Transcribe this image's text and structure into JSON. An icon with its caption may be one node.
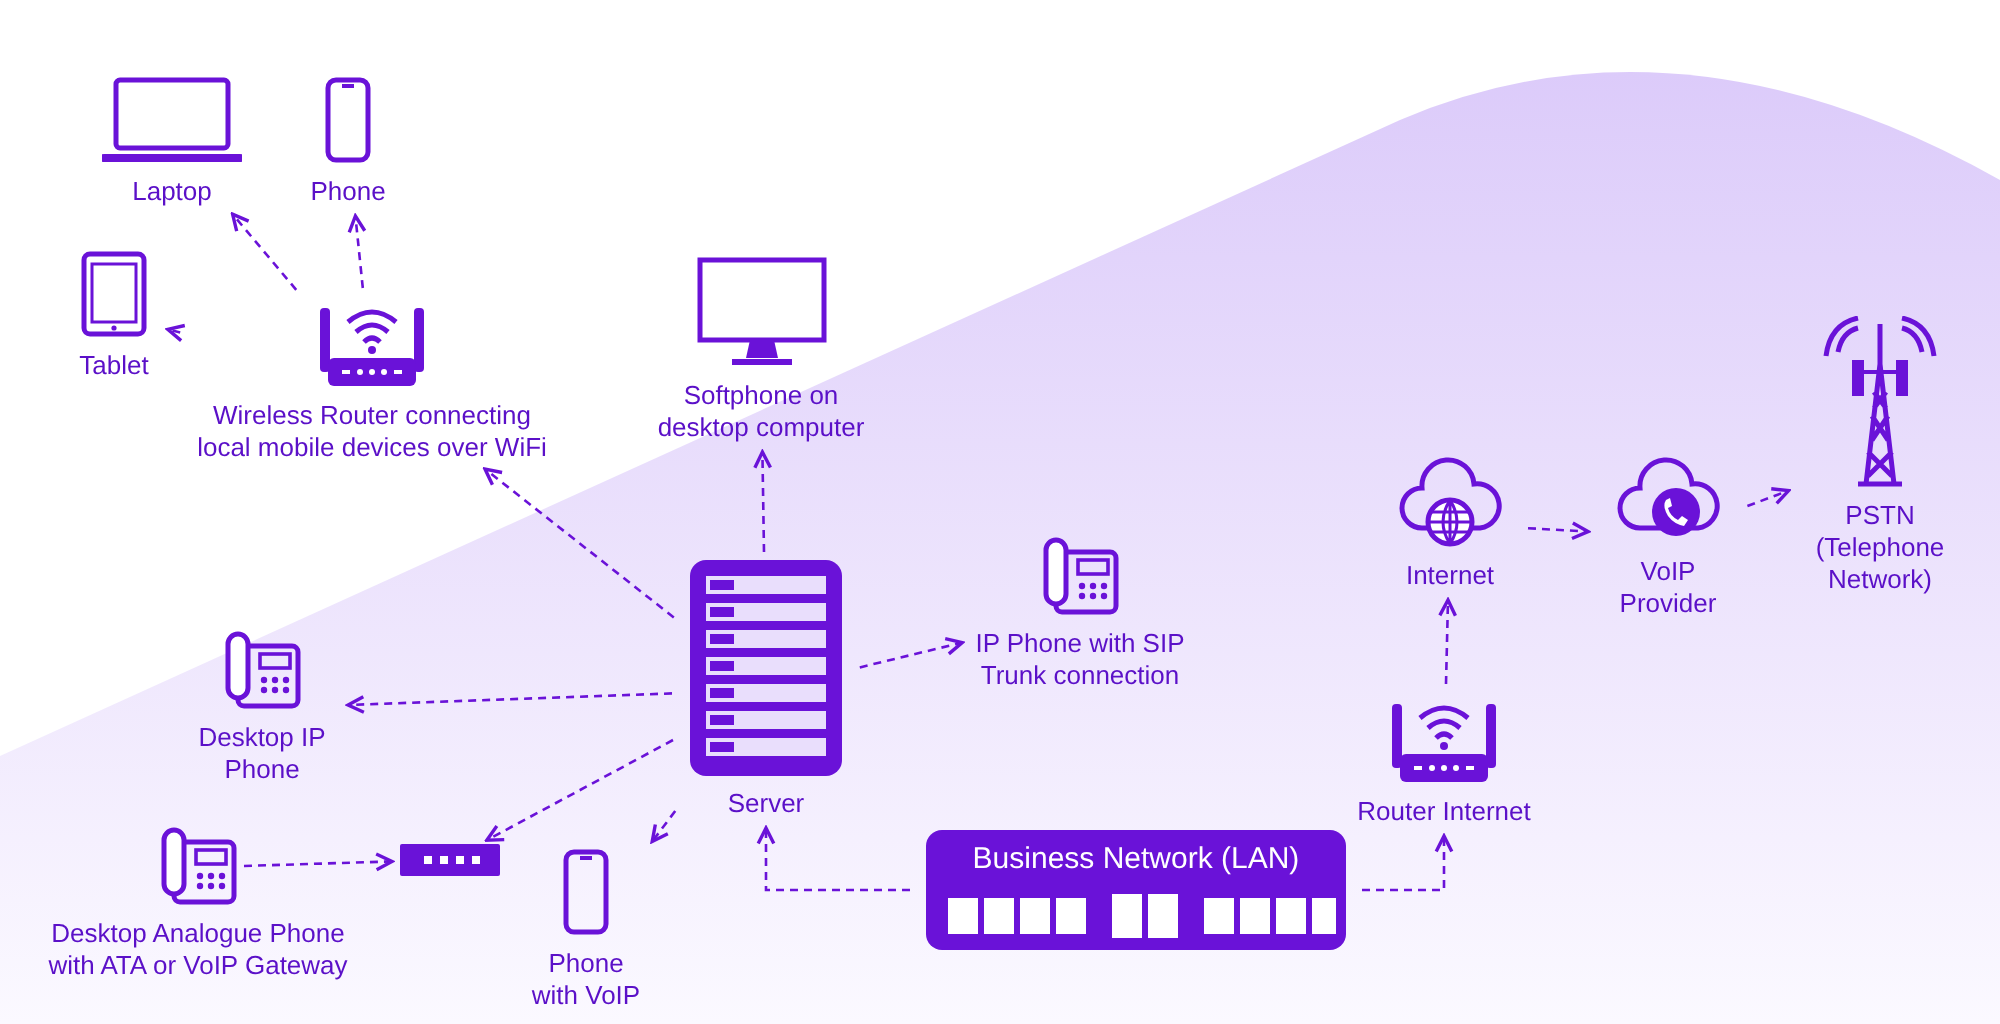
{
  "diagram": {
    "nodes": [
      {
        "text": [
          "Laptop"
        ]
      },
      {
        "text": [
          "Phone"
        ]
      },
      {
        "text": [
          "Tablet"
        ]
      },
      {
        "text": [
          "Wireless Router connecting local mobile devices over WiFi"
        ]
      },
      {
        "text": [
          "Softphone on desktop computer"
        ]
      },
      {
        "text": [
          "Internet"
        ]
      },
      {
        "text": [
          "VoIP Provider"
        ]
      },
      {
        "text": [
          "PSTN (Telephone Network)"
        ]
      },
      {
        "text": [
          "IP Phone with SIP Trunk connection"
        ]
      },
      {
        "text": [
          "Desktop IP Phone"
        ]
      },
      {
        "text": [
          "Server"
        ]
      },
      {
        "text": [
          "Router Internet"
        ]
      },
      {
        "text": [
          "Desktop Analogue Phone with ATA or VoIP Gateway"
        ]
      },
      {
        "text": [],
        "shape": "box"
      },
      {
        "text": [
          "Business Network (LAN)"
        ]
      },
      {
        "text": [
          "Phone with VoIP"
        ]
      }
    ],
    "edges": [
      {
        "from": 3,
        "to": 0,
        "arrow": "to",
        "style": "dashed"
      },
      {
        "from": 3,
        "to": 1,
        "arrow": "to",
        "style": "dashed"
      },
      {
        "from": 3,
        "to": 2,
        "arrow": "to",
        "style": "dashed"
      },
      {
        "from": 10,
        "to": 3,
        "arrow": "to",
        "style": "dashed"
      },
      {
        "from": 10,
        "to": 4,
        "arrow": "to",
        "style": "dashed"
      },
      {
        "from": 10,
        "to": 8,
        "arrow": "to",
        "style": "dashed"
      },
      {
        "from": 10,
        "to": 9,
        "arrow": "to",
        "style": "dashed"
      },
      {
        "from": 10,
        "to": 13,
        "arrow": "to",
        "style": "dashed"
      },
      {
        "from": 12,
        "to": 13,
        "arrow": "to",
        "style": "dashed"
      },
      {
        "from": 10,
        "to": 15,
        "arrow": "to",
        "style": "dashed"
      },
      {
        "from": 14,
        "to": 10,
        "arrow": "to",
        "style": "dashed"
      },
      {
        "from": 14,
        "to": 11,
        "arrow": "to",
        "style": "dashed"
      },
      {
        "from": 11,
        "to": 5,
        "arrow": "to",
        "style": "dashed"
      },
      {
        "from": 5,
        "to": 6,
        "arrow": "to",
        "style": "dashed"
      },
      {
        "from": 6,
        "to": 7,
        "arrow": "to",
        "style": "dashed"
      }
    ]
  }
}
